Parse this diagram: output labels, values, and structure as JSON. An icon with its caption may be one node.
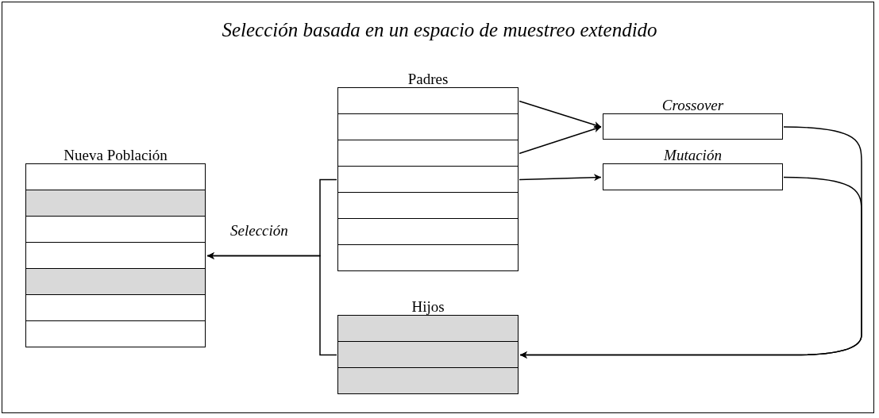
{
  "diagram": {
    "title": "Selección basada en un espacio de muestreo extendido",
    "nodes": [
      {
        "text": [
          "Nueva Población"
        ]
      },
      {
        "text": [
          "Padres"
        ]
      },
      {
        "text": [
          "Crossover"
        ]
      },
      {
        "text": [
          "Mutación"
        ]
      },
      {
        "text": [
          "Hijos"
        ]
      }
    ],
    "edges": [
      {
        "from": 1,
        "to": 2,
        "arrow": "to"
      },
      {
        "from": 1,
        "to": 2,
        "arrow": "to"
      },
      {
        "from": 1,
        "to": 3,
        "arrow": "to"
      },
      {
        "from": 2,
        "to": 4,
        "arrow": "to"
      },
      {
        "from": 3,
        "to": 4,
        "arrow": "to"
      },
      {
        "from": 1,
        "to": 0,
        "arrow": "to",
        "label": "Selección"
      },
      {
        "from": 4,
        "to": 0,
        "arrow": "to"
      }
    ]
  }
}
